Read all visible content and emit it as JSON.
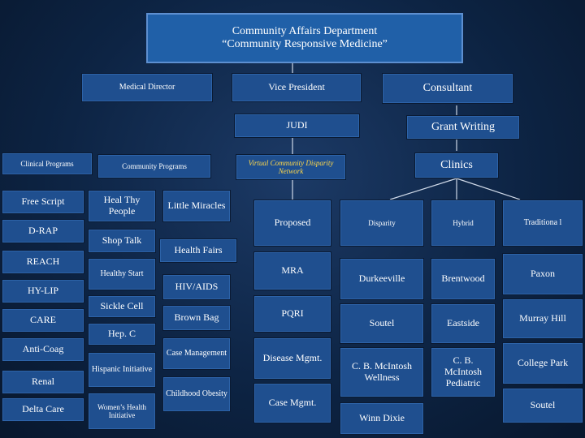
{
  "title": {
    "line1": "Community Affairs Department",
    "line2": "“Community Responsive Medicine”"
  },
  "top": {
    "medical_director": "Medical Director",
    "vice_president": "Vice President",
    "consultant": "Consultant",
    "judi": "JUDI",
    "grant_writing": "Grant Writing"
  },
  "headers": {
    "clinical_programs": "Clinical Programs",
    "community_programs": "Community Programs",
    "virtual_network": "Virtual Community Disparity Network",
    "clinics": "Clinics"
  },
  "clinical_programs": [
    "Free Script",
    "D-RAP",
    "REACH",
    "HY-LIP",
    "CARE",
    "Anti-Coag",
    "Renal",
    "Delta Care"
  ],
  "community_programs": {
    "heal_thy_people": "Heal Thy People",
    "little_miracles": "Little Miracles",
    "shop_talk": "Shop Talk",
    "health_fairs": "Health Fairs",
    "healthy_start": "Healthy Start",
    "hiv_aids": "HIV/AIDS",
    "sickle_cell": "Sickle Cell",
    "brown_bag": "Brown Bag",
    "hep_c": "Hep. C",
    "case_management": "Case Management",
    "hispanic_initiative": "Hispanic Initiative",
    "childhood_obesity": "Childhood Obesity",
    "womens_health": "Women’s Health Initiative"
  },
  "virtual_network": {
    "proposed": "Proposed",
    "mra": "MRA",
    "pqri": "PQRI",
    "disease_mgmt": "Disease Mgmt.",
    "case_mgmt": "Case Mgmt."
  },
  "clinics": {
    "disparity": "Disparity",
    "hybrid": "Hybrid",
    "traditional": "Traditiona l",
    "durkeeville": "Durkeeville",
    "brentwood": "Brentwood",
    "paxon": "Paxon",
    "soutel_1": "Soutel",
    "eastside": "Eastside",
    "murray_hill": "Murray Hill",
    "cb_mcintosh_wellness": "C. B. McIntosh Wellness",
    "cb_mcintosh_pediatric": "C. B. McIntosh Pediatric",
    "college_park": "College Park",
    "winn_dixie": "Winn Dixie",
    "soutel_2": "Soutel"
  }
}
